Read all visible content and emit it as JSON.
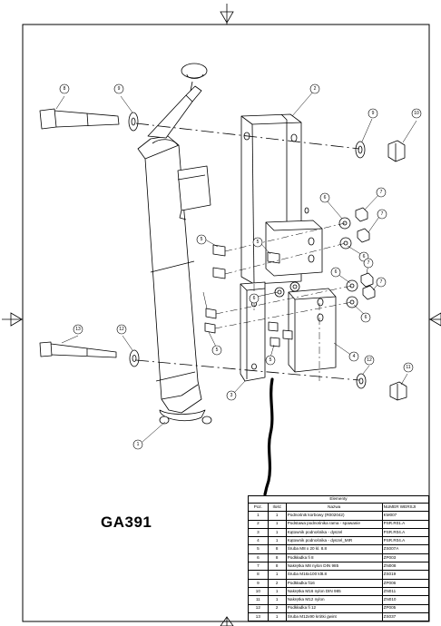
{
  "drawing": {
    "code": "GA391",
    "callouts": [
      {
        "id": "callout-1",
        "label": "1"
      },
      {
        "id": "callout-2",
        "label": "2"
      },
      {
        "id": "callout-3",
        "label": "3"
      },
      {
        "id": "callout-4",
        "label": "4"
      },
      {
        "id": "callout-5a",
        "label": "5"
      },
      {
        "id": "callout-5b",
        "label": "5"
      },
      {
        "id": "callout-5c",
        "label": "5"
      },
      {
        "id": "callout-5d",
        "label": "5"
      },
      {
        "id": "callout-6a",
        "label": "6"
      },
      {
        "id": "callout-6b",
        "label": "6"
      },
      {
        "id": "callout-6c",
        "label": "6"
      },
      {
        "id": "callout-6d",
        "label": "6"
      },
      {
        "id": "callout-6e",
        "label": "6"
      },
      {
        "id": "callout-7a",
        "label": "7"
      },
      {
        "id": "callout-7b",
        "label": "7"
      },
      {
        "id": "callout-7c",
        "label": "7"
      },
      {
        "id": "callout-7d",
        "label": "7"
      },
      {
        "id": "callout-8",
        "label": "8"
      },
      {
        "id": "callout-9a",
        "label": "9"
      },
      {
        "id": "callout-9b",
        "label": "9"
      },
      {
        "id": "callout-10",
        "label": "10"
      },
      {
        "id": "callout-11",
        "label": "11"
      },
      {
        "id": "callout-12a",
        "label": "12"
      },
      {
        "id": "callout-12b",
        "label": "12"
      },
      {
        "id": "callout-13",
        "label": "13"
      }
    ]
  },
  "bom": {
    "title": "Elementy",
    "headers": {
      "pos": "Poz.",
      "qty": "Ilość",
      "name": "Nazwa",
      "number": "NUMER WERSJI"
    },
    "rows": [
      {
        "pos": "1",
        "qty": "1",
        "name": "Podnośnik korbowy (R002042)",
        "number": "KM007"
      },
      {
        "pos": "2",
        "qty": "1",
        "name": "Podstawa podnośnika rama - spawanie",
        "number": "PSR.R01.A"
      },
      {
        "pos": "3",
        "qty": "1",
        "name": "Kątownik podnośnika - dyszel",
        "number": "PSR.R04.A"
      },
      {
        "pos": "4",
        "qty": "1",
        "name": "Kątownik podnośnika - dyszel_MIR",
        "number": "PSR.R04.A"
      },
      {
        "pos": "5",
        "qty": "8",
        "name": "Śruba M8 x 20 kl. 8.8",
        "number": "ZS007A"
      },
      {
        "pos": "6",
        "qty": "8",
        "name": "Podkładka fi 8",
        "number": "ZP003"
      },
      {
        "pos": "7",
        "qty": "8",
        "name": "Nakrętka M8 nylon DIN 985",
        "number": "ZN008"
      },
      {
        "pos": "8",
        "qty": "1",
        "name": "Śruba M16x100 kl8.8",
        "number": "ZS019"
      },
      {
        "pos": "9",
        "qty": "2",
        "name": "Podkładka fi16",
        "number": "ZP006"
      },
      {
        "pos": "10",
        "qty": "1",
        "name": "Nakrętka M16 nylon DIN 985",
        "number": "ZN011"
      },
      {
        "pos": "11",
        "qty": "1",
        "name": "Nakrętka M12 nylon",
        "number": "ZN010"
      },
      {
        "pos": "12",
        "qty": "2",
        "name": "Podkładka fi 12",
        "number": "ZP005"
      },
      {
        "pos": "13",
        "qty": "1",
        "name": "Śruba M12x90 krótki gwint",
        "number": "ZS037"
      }
    ]
  }
}
